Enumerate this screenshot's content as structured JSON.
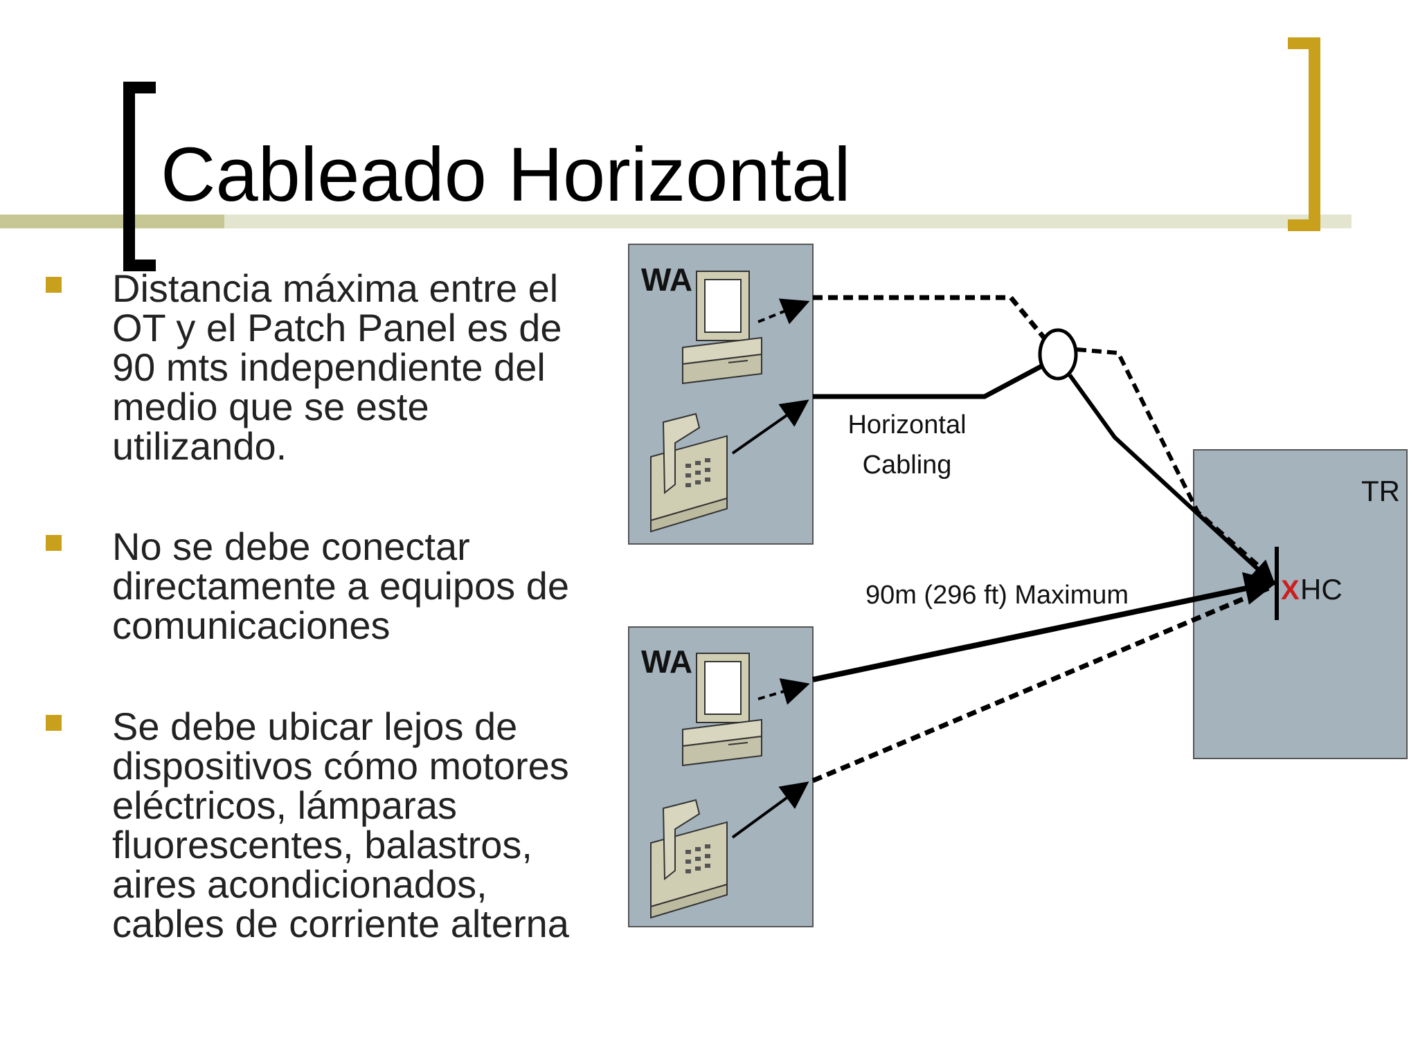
{
  "slide": {
    "title": "Cableado Horizontal",
    "bullets": [
      {
        "text": "Distancia máxima entre el\nOT y el Patch Panel es de\n90 mts independiente del\nmedio que se este\nutilizando."
      },
      {
        "text": "No se debe conectar\ndirectamente a equipos de\ncomunicaciones"
      },
      {
        "text": "Se debe ubicar lejos de\ndispositivos cómo motores\neléctricos, lámparas\nfluorescentes, balastros,\naires acondicionados,\ncables de corriente alterna"
      }
    ]
  },
  "diagram": {
    "work_area_top": "WA",
    "work_area_bottom": "WA",
    "telecom_room": "TR",
    "cross_connect": "HC",
    "cross_connect_mark": "X",
    "cabling_label_line1": "Horizontal",
    "cabling_label_line2": "Cabling",
    "distance_label": "90m (296 ft) Maximum"
  },
  "colors": {
    "accent_gold": "#c9a01b",
    "rule_olive": "#c6c795",
    "box_fill": "#a5b3bd",
    "hc_mark": "#cc1f1f"
  }
}
